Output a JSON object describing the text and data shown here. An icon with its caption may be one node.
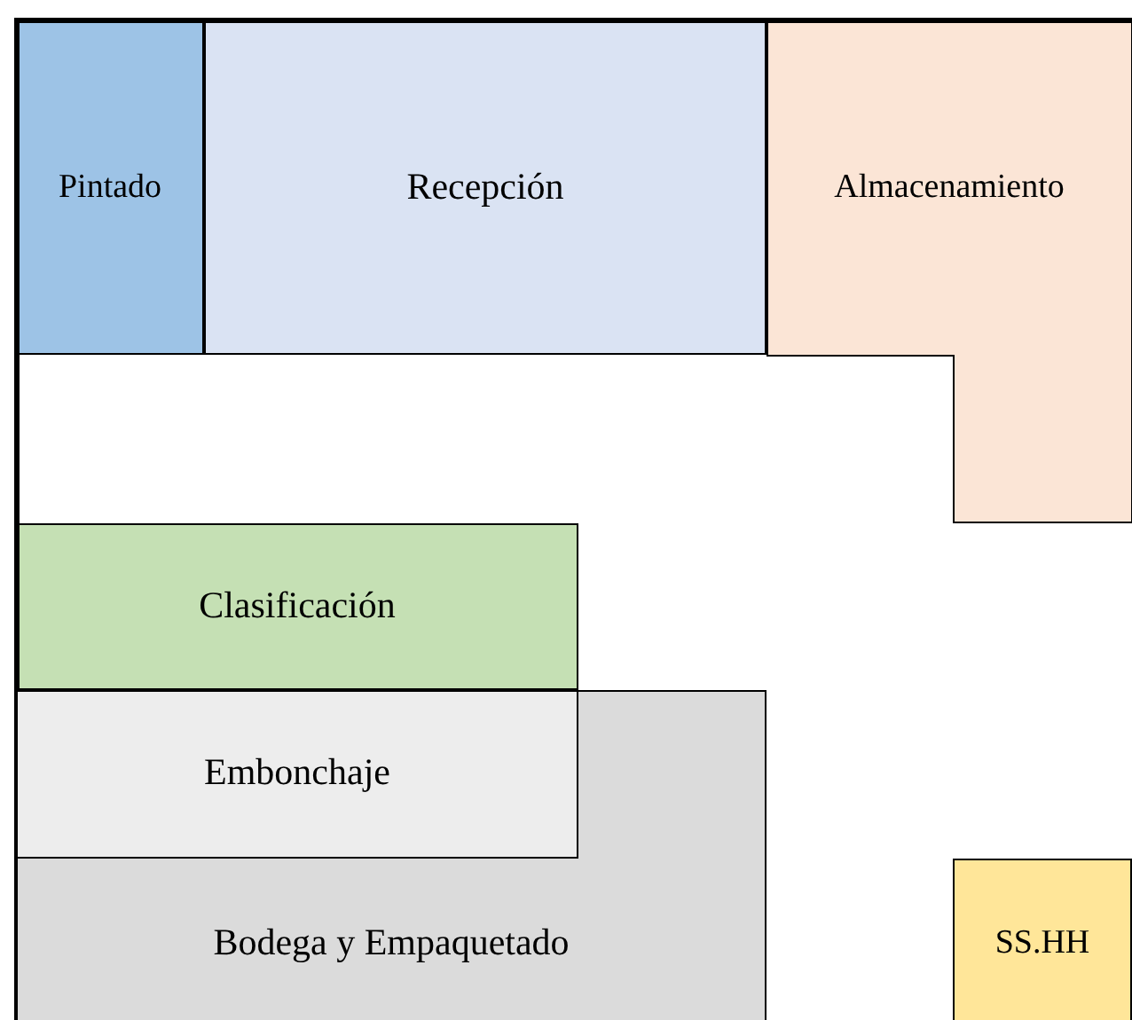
{
  "diagram": {
    "nodes": [
      {
        "text": [
          "Pintado"
        ]
      },
      {
        "text": [
          "Recepción"
        ]
      },
      {
        "text": [
          "Almacenamiento"
        ]
      },
      {
        "text": [
          "Clasificación"
        ]
      },
      {
        "text": [
          "Bodega y Empaquetado"
        ]
      },
      {
        "text": [
          "Embonchaje"
        ],
        "in": 4
      },
      {
        "text": [
          "SS.HH"
        ]
      }
    ]
  }
}
